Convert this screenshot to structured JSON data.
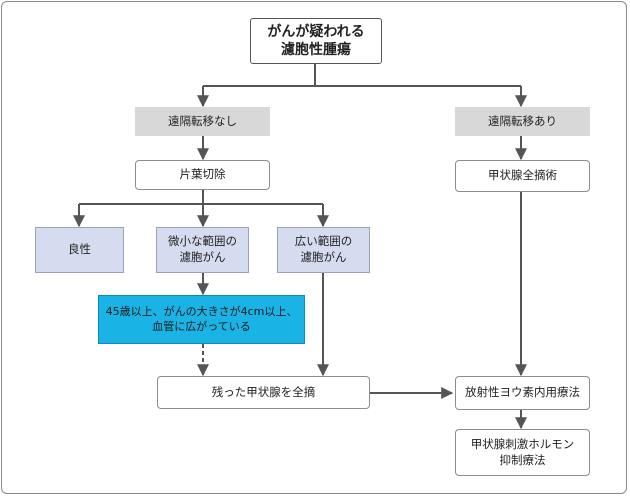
{
  "nodes": {
    "root": "がんが疑われる\n濾胞性腫瘍",
    "no_mets": "遠隔転移なし",
    "mets": "遠隔転移あり",
    "lobectomy": "片葉切除",
    "total_thyroidectomy": "甲状腺全摘術",
    "benign": "良性",
    "minimal_invasive": "微小な範囲の\n濾胞がん",
    "widely_invasive": "広い範囲の\n濾胞がん",
    "criteria": "45歳以上、がんの大きさが4cm以上、\n血管に広がっている",
    "completion": "残った甲状腺を全摘",
    "rai": "放射性ヨウ素内用療法",
    "tsh_suppression": "甲状腺刺激ホルモン\n抑制療法"
  },
  "colors": {
    "gray_box": "#d8d8d8",
    "lavender_box": "#d5dcf0",
    "cyan_box": "#1ab3e6",
    "line": "#555555"
  }
}
